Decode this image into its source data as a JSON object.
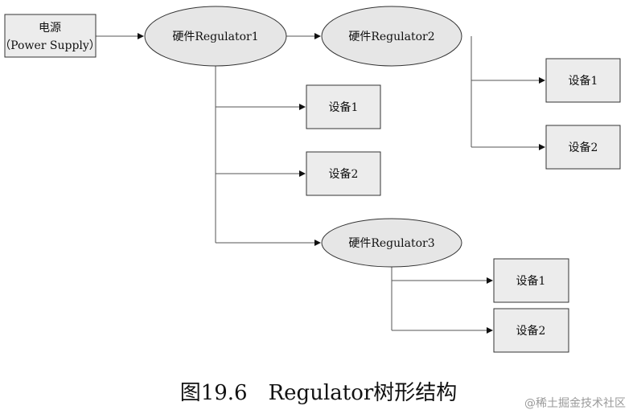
{
  "nodes": {
    "power": {
      "line1": "电源",
      "line2": "（Power Supply）"
    },
    "reg1": {
      "label": "硬件Regulator1"
    },
    "reg2": {
      "label": "硬件Regulator2"
    },
    "reg3": {
      "label": "硬件Regulator3"
    },
    "r1_dev1": {
      "label": "设备1"
    },
    "r1_dev2": {
      "label": "设备2"
    },
    "r2_dev1": {
      "label": "设备1"
    },
    "r2_dev2": {
      "label": "设备2"
    },
    "r3_dev1": {
      "label": "设备1"
    },
    "r3_dev2": {
      "label": "设备2"
    }
  },
  "caption": "图19.6　Regulator树形结构",
  "watermark": "@稀土掘金技术社区"
}
